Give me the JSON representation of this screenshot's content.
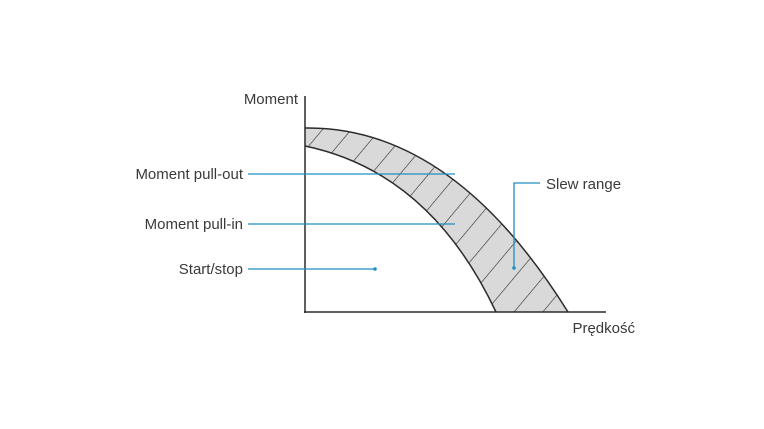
{
  "diagram": {
    "y_axis_label": "Moment",
    "x_axis_label": "Prędkość",
    "labels": {
      "pull_out": "Moment pull-out",
      "pull_in": "Moment pull-in",
      "start_stop": "Start/stop",
      "slew_range": "Slew range"
    },
    "colors": {
      "axis": "#2b2b2b",
      "curve": "#2b2b2b",
      "band_fill": "#d9d9d9",
      "hatch": "#2b2b2b",
      "leader": "#1f8fc4",
      "text": "#3a3a3a"
    }
  }
}
